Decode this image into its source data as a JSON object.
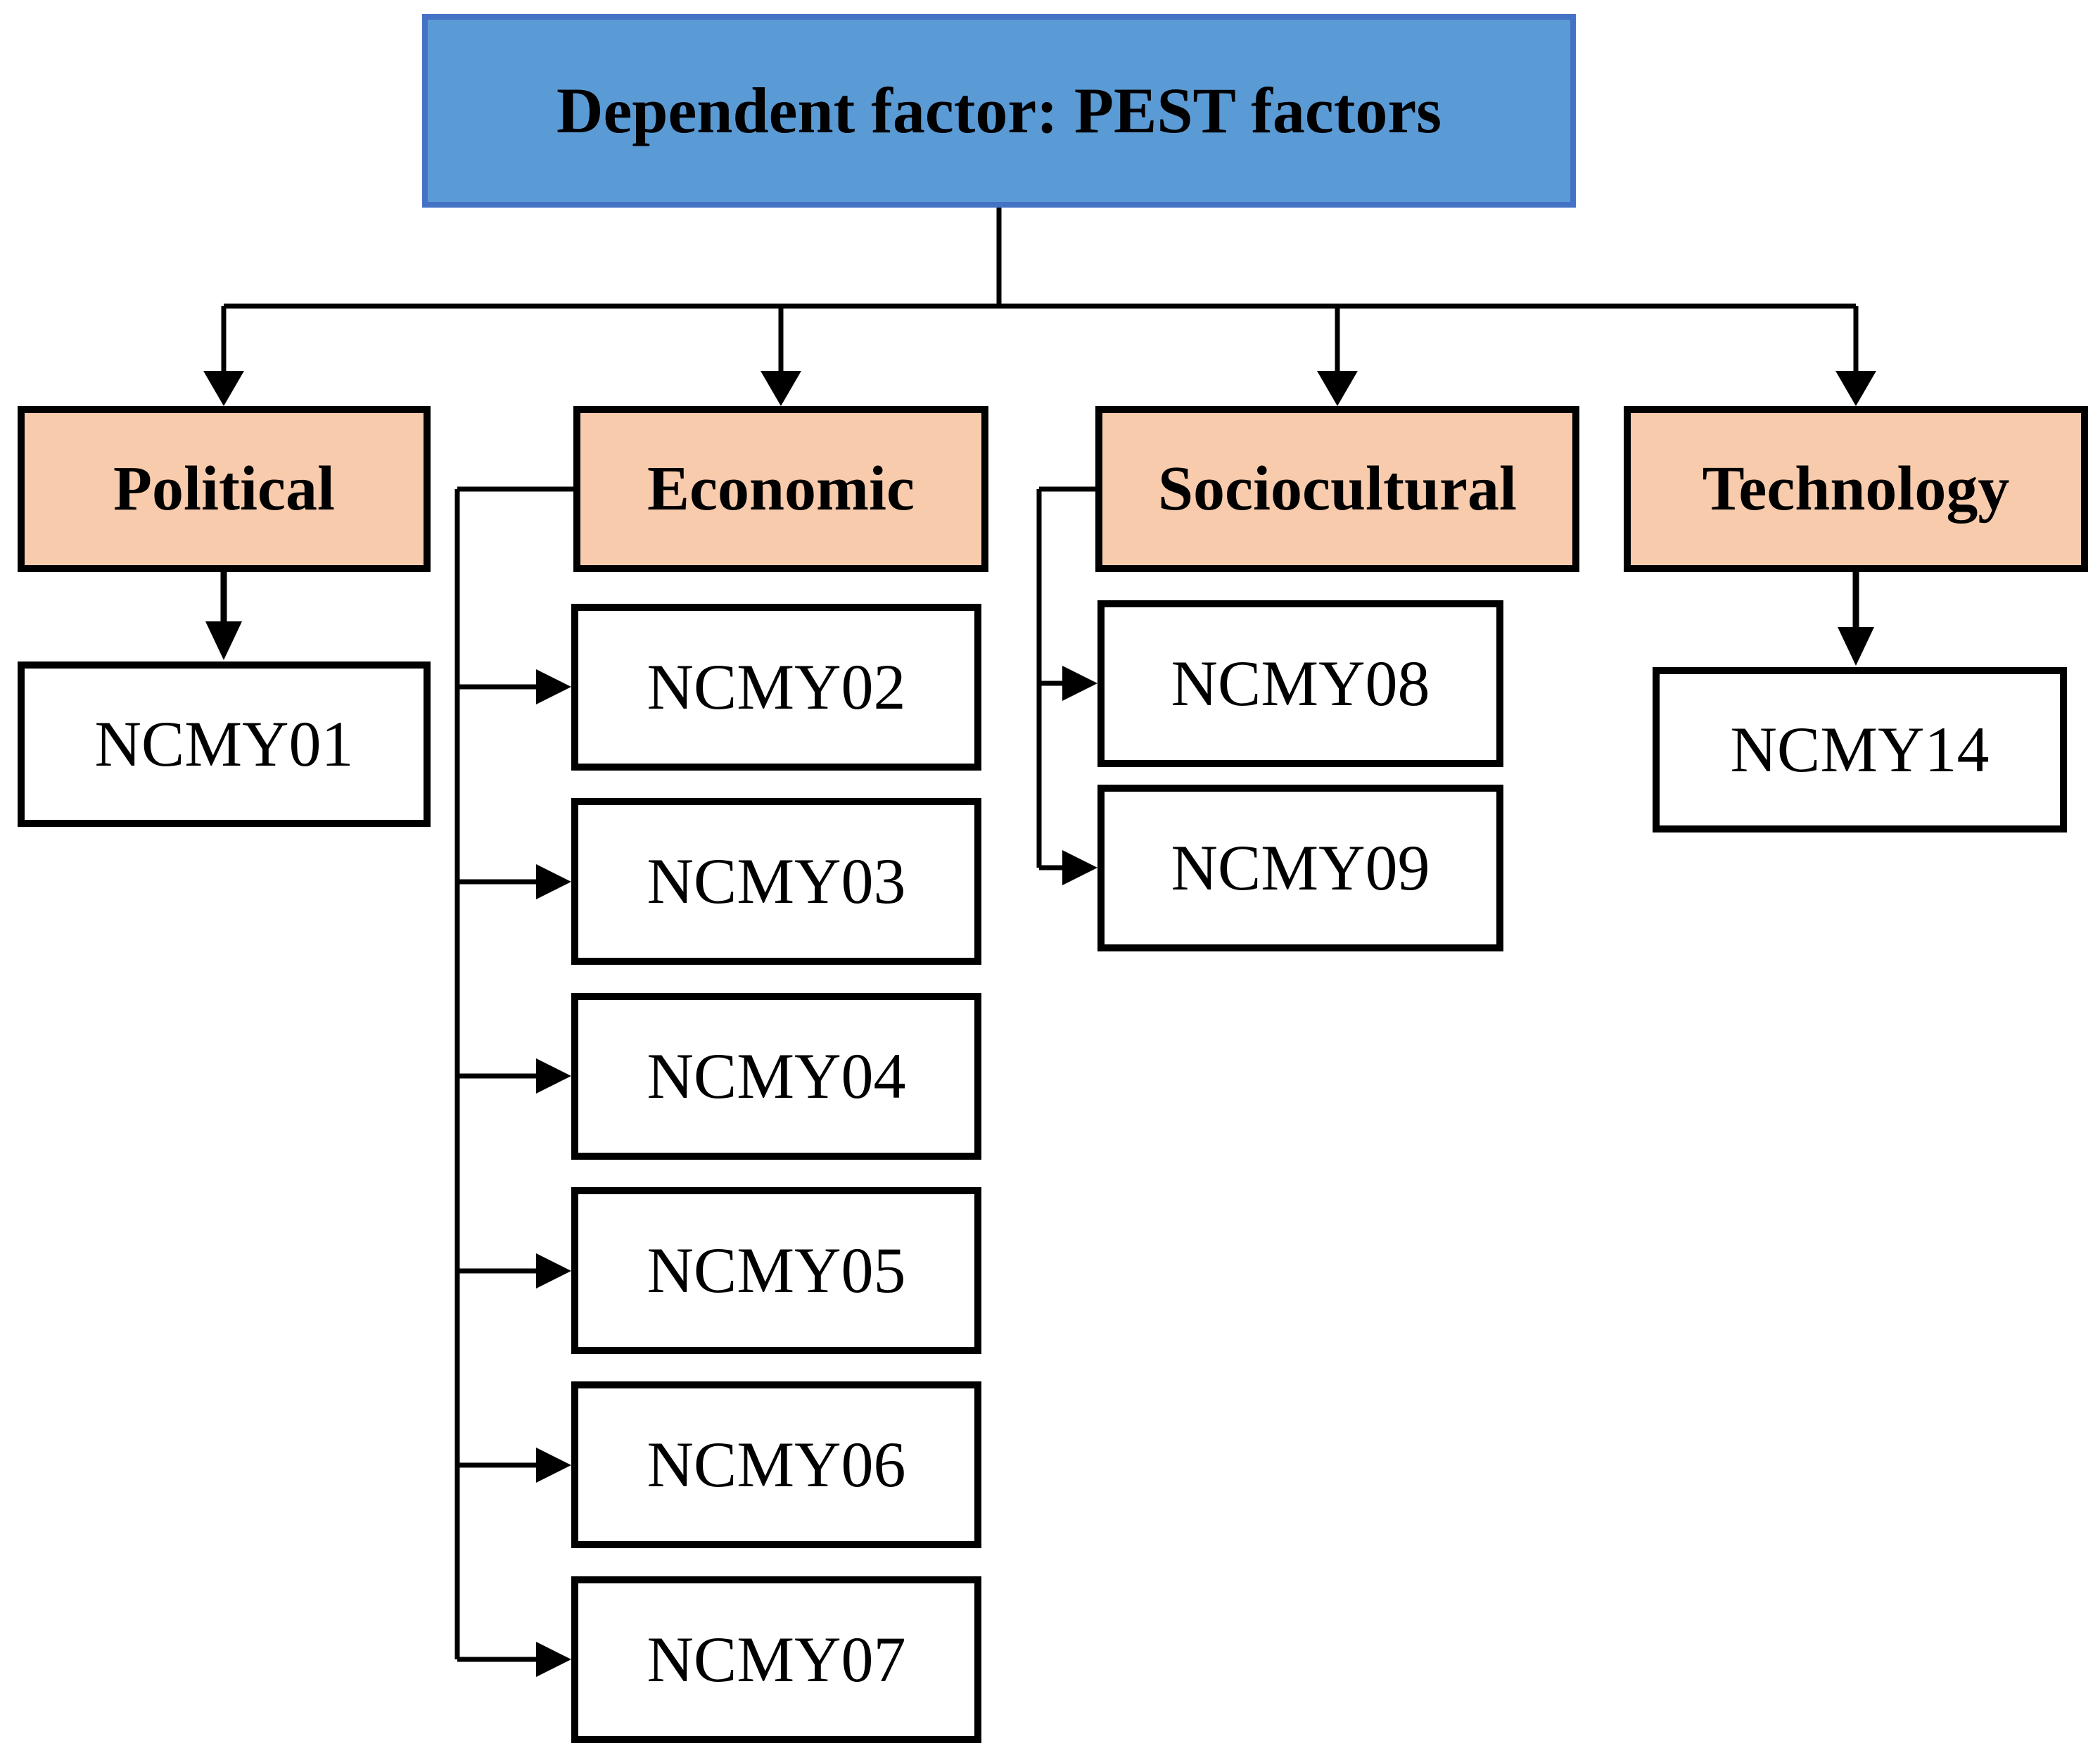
{
  "figure": {
    "type": "hierarchy-diagram",
    "nodes": {
      "root": "Dependent factor: PEST factors",
      "political": "Political",
      "economic": "Economic",
      "sociocultural": "Sociocultural",
      "technology": "Technology",
      "ncmy01": "NCMY01",
      "ncmy02": "NCMY02",
      "ncmy03": "NCMY03",
      "ncmy04": "NCMY04",
      "ncmy05": "NCMY05",
      "ncmy06": "NCMY06",
      "ncmy07": "NCMY07",
      "ncmy08": "NCMY08",
      "ncmy09": "NCMY09",
      "ncmy14": "NCMY14"
    },
    "edges": [
      {
        "from": "root",
        "to": "political"
      },
      {
        "from": "root",
        "to": "economic"
      },
      {
        "from": "root",
        "to": "sociocultural"
      },
      {
        "from": "root",
        "to": "technology"
      },
      {
        "from": "political",
        "to": "ncmy01"
      },
      {
        "from": "economic",
        "to": "ncmy02"
      },
      {
        "from": "economic",
        "to": "ncmy03"
      },
      {
        "from": "economic",
        "to": "ncmy04"
      },
      {
        "from": "economic",
        "to": "ncmy05"
      },
      {
        "from": "economic",
        "to": "ncmy06"
      },
      {
        "from": "economic",
        "to": "ncmy07"
      },
      {
        "from": "sociocultural",
        "to": "ncmy08"
      },
      {
        "from": "sociocultural",
        "to": "ncmy09"
      },
      {
        "from": "technology",
        "to": "ncmy14"
      }
    ],
    "colors": {
      "root_fill": "#5B9BD5",
      "root_border": "#4472C4",
      "category_fill": "#F8CBAD",
      "box_border": "#000000",
      "leaf_fill": "#FFFFFF",
      "connector": "#000000"
    }
  }
}
